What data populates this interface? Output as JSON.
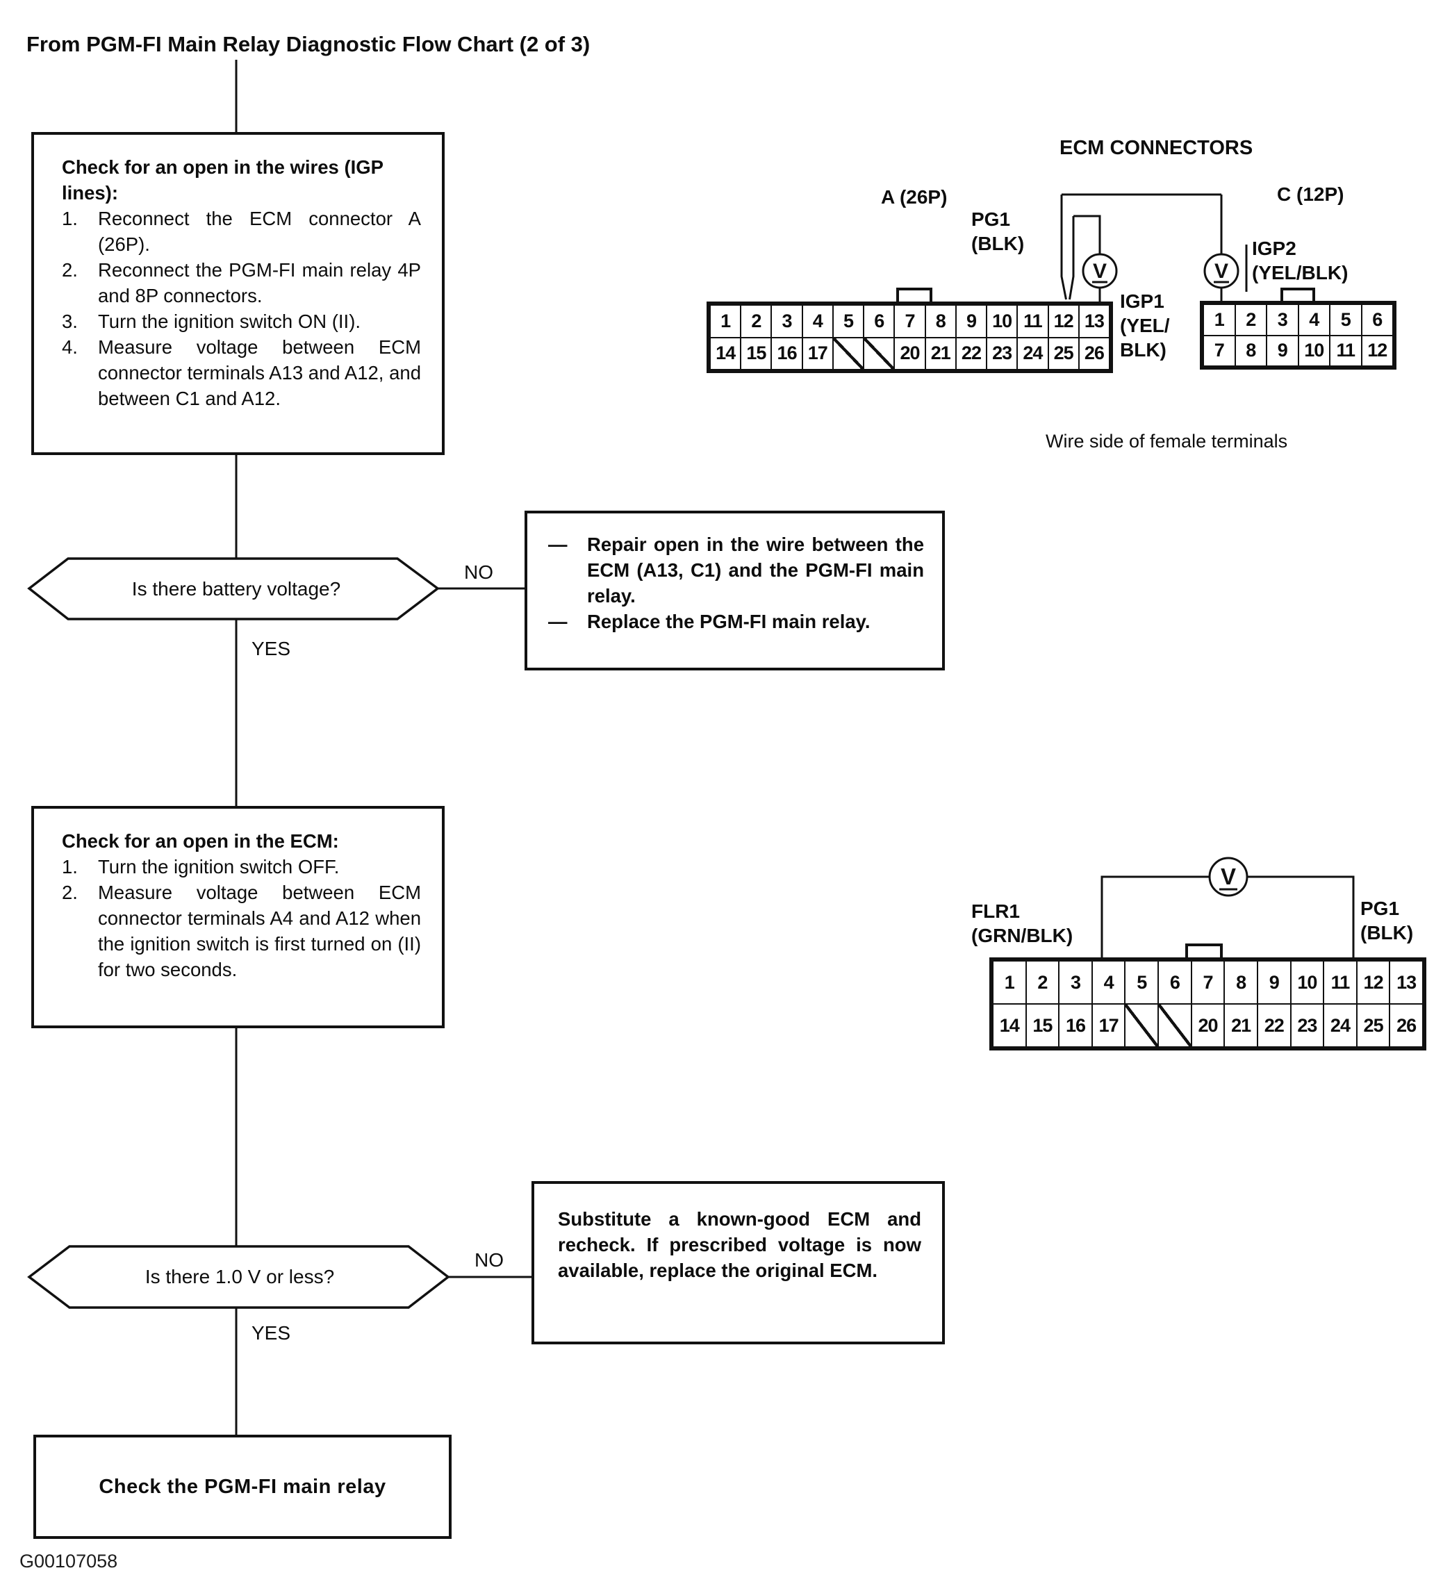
{
  "title": "From PGM-FI Main Relay Diagnostic Flow Chart (2 of 3)",
  "footer_code": "G00107058",
  "colors": {
    "ink": "#111111",
    "paper": "#ffffff"
  },
  "flow": {
    "box1": {
      "heading": "Check for an open in the wires (IGP lines):",
      "steps": [
        "Reconnect the ECM connector A (26P).",
        "Reconnect the PGM-FI main relay 4P and 8P connectors.",
        "Turn the ignition switch ON (II).",
        "Measure voltage between ECM connector terminals A13 and A12, and between C1 and A12."
      ]
    },
    "decision1": {
      "question": "Is there battery voltage?",
      "no_label": "NO",
      "yes_label": "YES"
    },
    "repair_box": {
      "items": [
        "Repair open in the wire between the ECM (A13, C1) and the PGM-FI main relay.",
        "Replace the PGM-FI main relay."
      ]
    },
    "box2": {
      "heading": "Check for an open in the ECM:",
      "steps": [
        "Turn the ignition switch OFF.",
        "Measure voltage between ECM connector terminals A4 and A12 when the ignition switch is first turned on (II) for two seconds."
      ]
    },
    "decision2": {
      "question": "Is there 1.0 V or less?",
      "no_label": "NO",
      "yes_label": "YES"
    },
    "substitute_box": {
      "text": "Substitute a known-good ECM and recheck. If prescribed voltage is now available, replace the original ECM."
    },
    "final_box": {
      "text": "Check the PGM-FI main relay"
    }
  },
  "ecm_connectors": {
    "heading": "ECM CONNECTORS",
    "a_label": "A (26P)",
    "c_label": "C (12P)",
    "pg1_label": [
      "PG1",
      "(BLK)"
    ],
    "igp1_label": [
      "IGP1",
      "(YEL/",
      "BLK)"
    ],
    "igp2_label": [
      "IGP2",
      "(YEL/BLK)"
    ],
    "meter_symbol": "V",
    "wire_note": "Wire side of female terminals",
    "a_row1": [
      "1",
      "2",
      "3",
      "4",
      "5",
      "6",
      "7",
      "8",
      "9",
      "10",
      "11",
      "12",
      "13"
    ],
    "a_row2": [
      "14",
      "15",
      "16",
      "17",
      "/",
      "/",
      "20",
      "21",
      "22",
      "23",
      "24",
      "25",
      "26"
    ],
    "c_row1": [
      "1",
      "2",
      "3",
      "4",
      "5",
      "6"
    ],
    "c_row2": [
      "7",
      "8",
      "9",
      "10",
      "11",
      "12"
    ]
  },
  "a4_check_connector": {
    "flr1_label": [
      "FLR1",
      "(GRN/BLK)"
    ],
    "pg1_label": [
      "PG1",
      "(BLK)"
    ],
    "meter_symbol": "V",
    "row1": [
      "1",
      "2",
      "3",
      "4",
      "5",
      "6",
      "7",
      "8",
      "9",
      "10",
      "11",
      "12",
      "13"
    ],
    "row2": [
      "14",
      "15",
      "16",
      "17",
      "/",
      "/",
      "20",
      "21",
      "22",
      "23",
      "24",
      "25",
      "26"
    ]
  }
}
